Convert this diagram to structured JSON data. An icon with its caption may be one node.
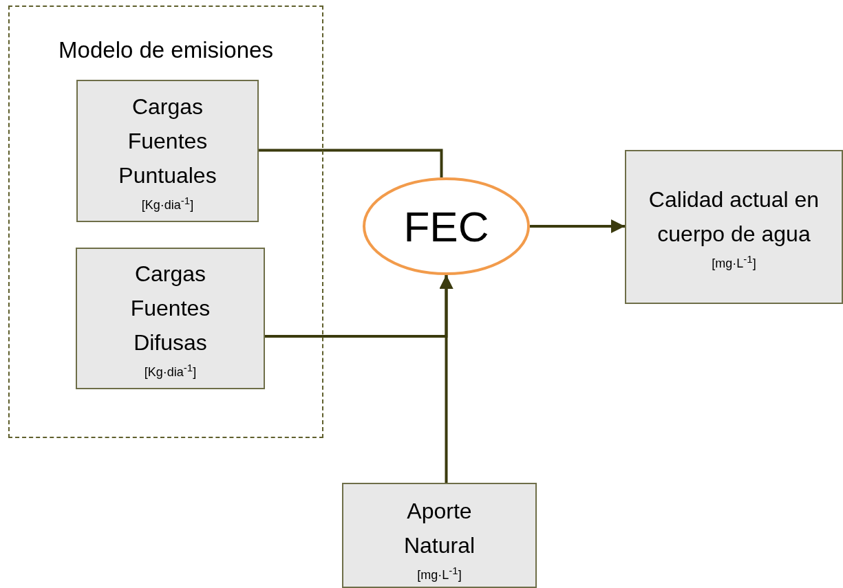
{
  "diagram": {
    "nodes": [
      {
        "text": [
          "Modelo de emisiones"
        ]
      },
      {
        "text": [
          "Cargas Fuentes Puntuales",
          "[Kg·dia$^{-1}$]"
        ],
        "in": 0
      },
      {
        "text": [
          "Cargas Fuentes Difusas",
          "[Kg·dia$^{-1}$]"
        ],
        "in": 0
      },
      {
        "text": [
          "FEC"
        ]
      },
      {
        "text": [
          "Calidad actual en cuerpo de agua",
          "[mg·L$^{-1}$]"
        ]
      },
      {
        "text": [
          "Aporte Natural",
          "[mg·L$^{-1}$]"
        ]
      }
    ],
    "edges": [
      {
        "from": 1,
        "to": 3,
        "arrow": "none"
      },
      {
        "from": 2,
        "to": 3,
        "arrow": "to"
      },
      {
        "from": 5,
        "to": 3,
        "arrow": "to"
      },
      {
        "from": 3,
        "to": 4,
        "arrow": "to"
      }
    ]
  }
}
